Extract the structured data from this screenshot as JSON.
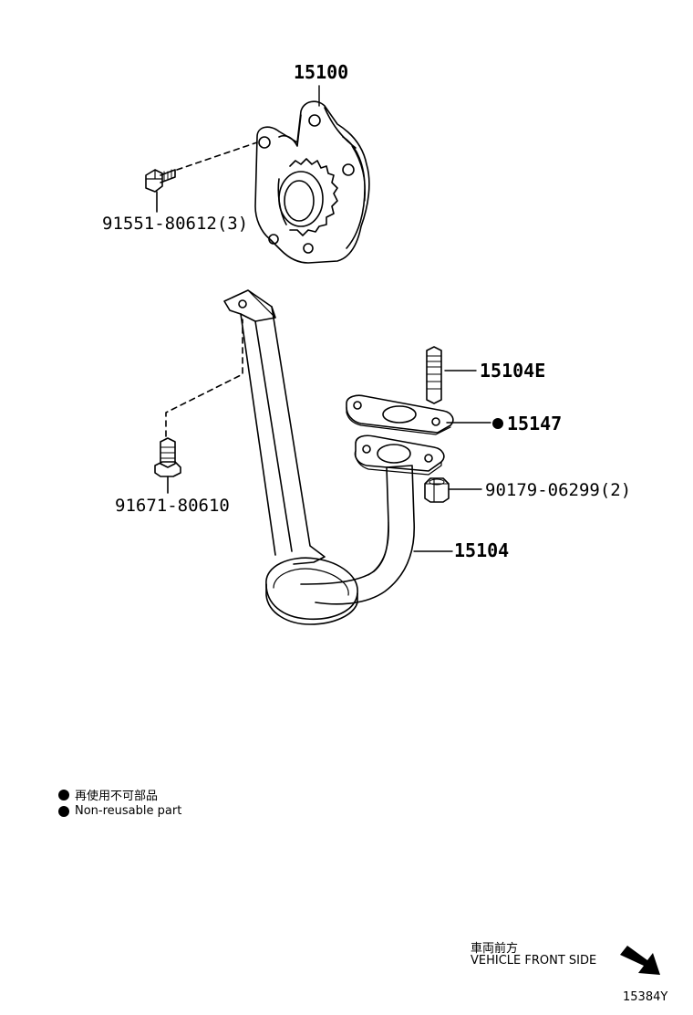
{
  "parts": {
    "oil_pump": "15100",
    "pump_bolt": "91551-80612(3)",
    "strainer_bolt": "91671-80610",
    "stud": "15104E",
    "gasket": "15147",
    "nut": "90179-06299(2)",
    "strainer": "15104"
  },
  "legend": {
    "jp": "再使用不可部品",
    "en": "Non-reusable part"
  },
  "orientation": {
    "jp": "車両前方",
    "en": "VEHICLE FRONT SIDE"
  },
  "diagram_code": "15384Y"
}
